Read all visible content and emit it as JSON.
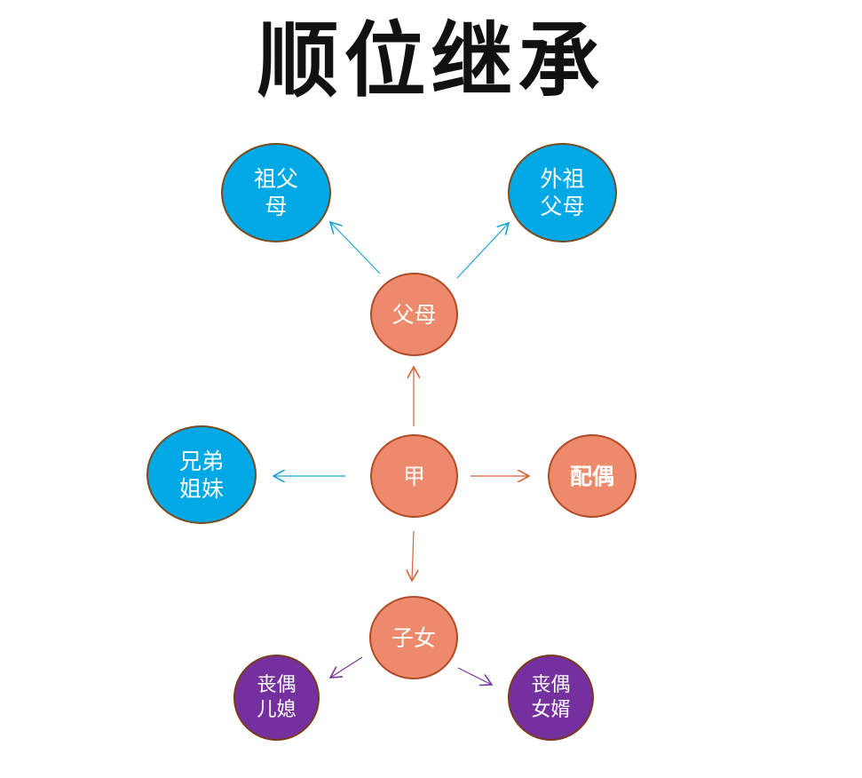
{
  "title": "顺位继承",
  "nodes": {
    "grandparents": "祖父\n母",
    "maternal_grandparents": "外祖\n父母",
    "parents": "父母",
    "siblings": "兄弟\n姐妹",
    "self": "甲",
    "spouse": "配偶",
    "children": "子女",
    "widowed_daughter_in_law": "丧偶\n儿媳",
    "widowed_son_in_law": "丧偶\n女婿"
  },
  "colors": {
    "blue_node": "#00a9e6",
    "orange_node": "#ee8a6c",
    "purple_node": "#7530a0",
    "blue_arrow": "#1aa3d8",
    "orange_arrow": "#d9623a",
    "purple_arrow": "#7b3aa0"
  }
}
